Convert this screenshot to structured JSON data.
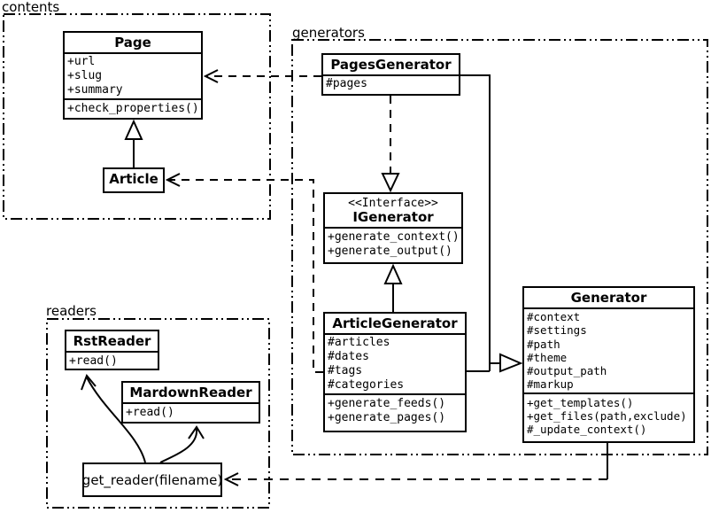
{
  "diagram": {
    "packages": {
      "contents": {
        "label": "contents"
      },
      "generators": {
        "label": "generators"
      },
      "readers": {
        "label": "readers"
      }
    },
    "classes": {
      "page": {
        "name": "Page",
        "attrs": [
          "+url",
          "+slug",
          "+summary"
        ],
        "methods": [
          "+check_properties()"
        ]
      },
      "article": {
        "name": "Article"
      },
      "pages_generator": {
        "name": "PagesGenerator",
        "attrs": [
          "#pages"
        ]
      },
      "igenerator": {
        "stereotype": "<<Interface>>",
        "name": "IGenerator",
        "methods": [
          "+generate_context()",
          "+generate_output()"
        ]
      },
      "article_generator": {
        "name": "ArticleGenerator",
        "attrs": [
          "#articles",
          "#dates",
          "#tags",
          "#categories"
        ],
        "methods": [
          "+generate_feeds()",
          "+generate_pages()"
        ]
      },
      "generator": {
        "name": "Generator",
        "attrs": [
          "#context",
          "#settings",
          "#path",
          "#theme",
          "#output_path",
          "#markup"
        ],
        "methods": [
          "+get_templates()",
          "+get_files(path,exclude)",
          "#_update_context()"
        ]
      },
      "rst_reader": {
        "name": "RstReader",
        "methods": [
          "+read()"
        ]
      },
      "markdown_reader": {
        "name": "MardownReader",
        "methods": [
          "+read()"
        ]
      },
      "get_reader": {
        "label": "get_reader(filename)"
      }
    },
    "relations": {
      "article_extends_page": "Article --|> Page",
      "pagesgenerator_implements_igenerator": "PagesGenerator ..|> IGenerator",
      "articlegenerator_extends_igenerator": "ArticleGenerator --|> IGenerator",
      "generators_extend_generator": "PagesGenerator / ArticleGenerator --|> Generator",
      "pagesgenerator_uses_page": "PagesGenerator ..> Page",
      "articlegenerator_uses_article": "ArticleGenerator ..> Article",
      "generator_uses_get_reader": "Generator ..> get_reader(filename)",
      "get_reader_uses_rstreader": "get_reader -> RstReader",
      "get_reader_uses_markdownreader": "get_reader -> MardownReader"
    },
    "colors": {
      "line": "#000000",
      "background": "#ffffff",
      "box_fill": "#ffffff"
    }
  }
}
